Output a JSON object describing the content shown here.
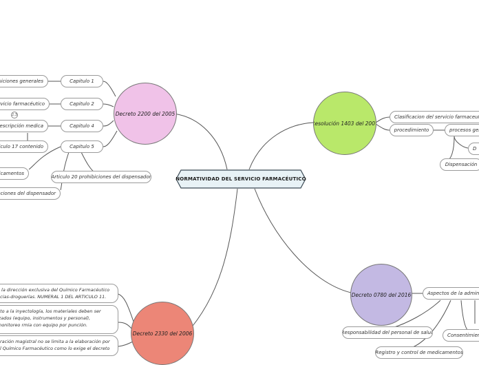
{
  "central": {
    "label": "NORMATIVIDAD DEL SERVICIO FARMACÉUTICO"
  },
  "decreto2200": {
    "label": "Decreto 2200 del 2005",
    "cap1": "Capitulo 1",
    "cap2": "Capitulo 2",
    "cap4": "Capitulo 4",
    "cap5": "Capitulo 5",
    "disp_generales": "posiciones generales",
    "servicio_farm": "rvicio farmacéutico",
    "badge": "2,3",
    "prescripcion": "prescripción medica",
    "art17": "rticulo 17 contenido",
    "medicamentos": "dicamentos",
    "art20": "Articulo 20 prohibiciones del dispensador",
    "obligaciones": "bligaciones del dispensador"
  },
  "resolucion1403": {
    "label": "Resolución 1403 del 2007",
    "clasificacion": "Clasificacion del servicio farmaceutico",
    "procedimiento": "procedimiento",
    "procesos": "procesos gen",
    "d": "D",
    "dispensacion": "Dispensación"
  },
  "decreto0780": {
    "label": "Decreto 0780 del 2016",
    "aspectos": "Aspectos de la adminis",
    "responsabilidad": "Responsabilidad del personal de salud",
    "consentimiento": "Consentimient",
    "registro": "Registro y control de medicamentos"
  },
  "decreto2330": {
    "label": "Decreto 2330 del 2006",
    "text1": "a la dirección exclusiva del Químico Farmacéutico ncias-droguerías. NUMERAL 1 DEL ARTICULO 11.",
    "text2": "nto a la inyectología, los materiales deben ser izados (equipo, instrumentos y personal), monitoreo rmia con equipo por punción.",
    "text3": "eración magistral no se limita a la elaboración por al Químico Farmacéutico como lo exige el decreto"
  },
  "colors": {
    "decreto2200": "#f0c2e8",
    "resolucion1403": "#b9e86a",
    "decreto0780": "#c3b9e3",
    "decreto2330": "#ec8677",
    "central_fill": "#e8f2f6",
    "link": "#555555"
  }
}
